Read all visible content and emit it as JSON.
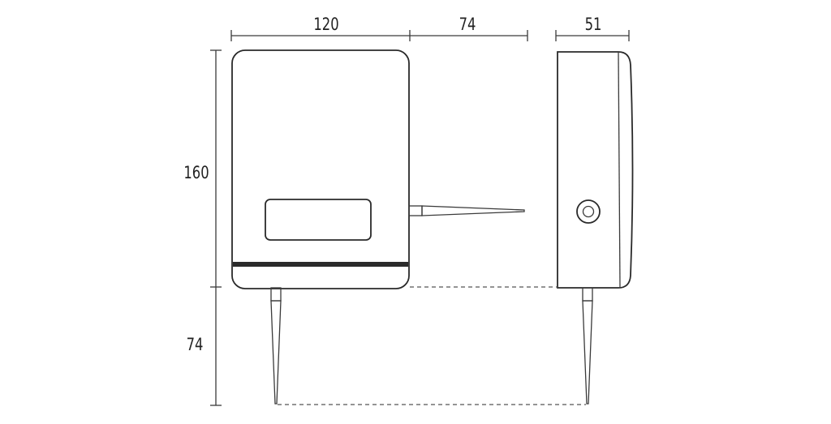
{
  "dimensions": {
    "front_width": "120",
    "antenna_side_length": "74",
    "side_depth": "51",
    "height": "160",
    "antenna_bottom_length": "74"
  },
  "colors": {
    "line": "#2a2a2a",
    "band": "#2b2b2b",
    "background": "#ffffff"
  }
}
